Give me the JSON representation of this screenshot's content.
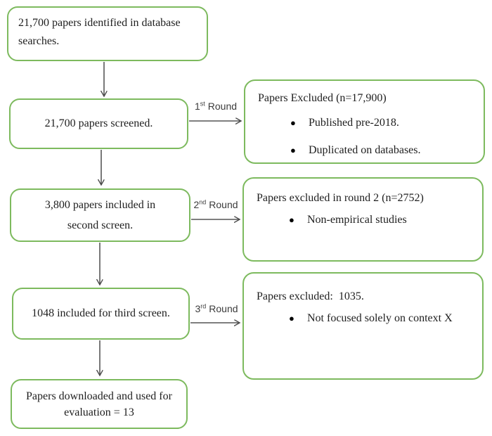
{
  "diagram_title": "Paper screening flow diagram",
  "colors": {
    "box_border_green": "#7dba5e",
    "arrow_gray": "#4a4a4a",
    "text_dark": "#1e1e1e",
    "background": "#ffffff"
  },
  "icons": {
    "bullet": "●"
  },
  "flow_boxes": [
    {
      "text": "21,700 papers identified in database\nsearches."
    },
    {
      "text": "21,700 papers screened."
    },
    {
      "text": "3,800 papers included in\nsecond screen."
    },
    {
      "text": "1048 included for third screen."
    },
    {
      "text": "Papers downloaded and used for\nevaluation = 13"
    }
  ],
  "round_labels": [
    {
      "num": "1",
      "sup": "st",
      "word": "Round"
    },
    {
      "num": "2",
      "sup": "nd",
      "word": "Round"
    },
    {
      "num": "3",
      "sup": "rd",
      "word": "Round"
    }
  ],
  "exclusion_boxes": [
    {
      "title": "Papers Excluded (n=17,900)",
      "bullets": [
        "Published pre-2018.",
        "Duplicated on databases."
      ]
    },
    {
      "title": "Papers excluded in round 2 (n=2752)",
      "bullets": [
        "Non-empirical studies"
      ]
    },
    {
      "title": "Papers excluded:  1035.",
      "bullets": [
        "Not focused solely on context X"
      ]
    }
  ]
}
